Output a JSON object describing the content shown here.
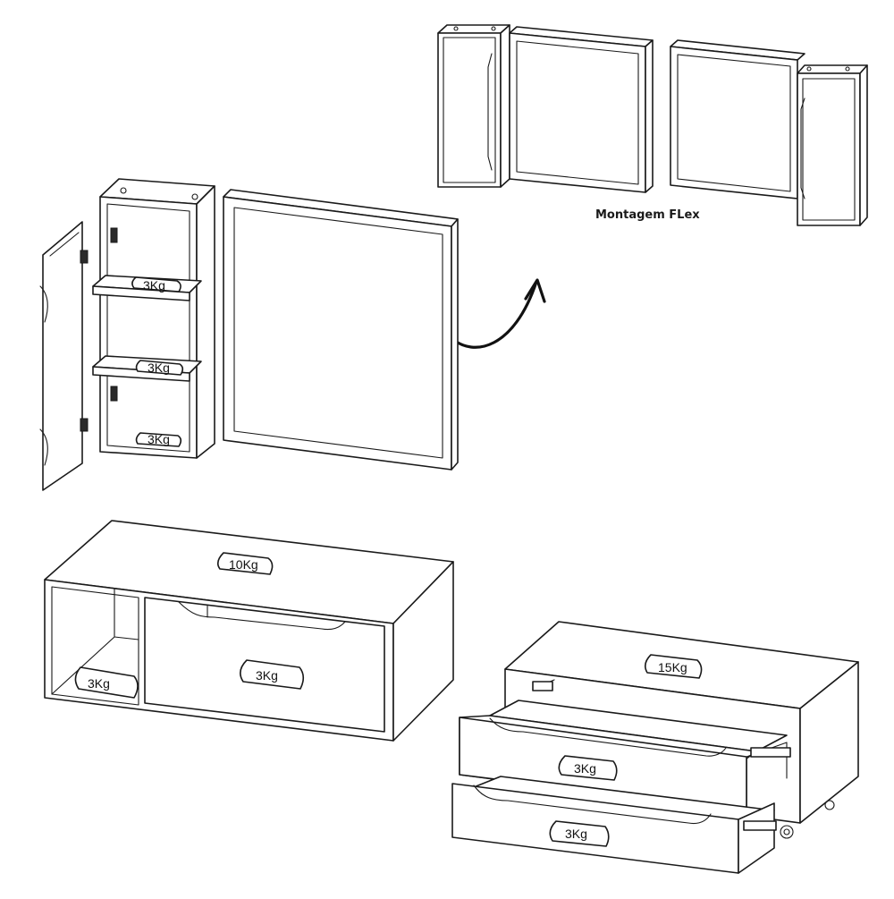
{
  "caption": "Montagem FLex",
  "weight_tags": {
    "shelf_top": "3Kg",
    "shelf_middle": "3Kg",
    "shelf_bottom": "3Kg",
    "rack_top": "10Kg",
    "rack_niche": "3Kg",
    "rack_drawer": "3Kg",
    "dresser_top": "15Kg",
    "dresser_drawer_upper": "3Kg",
    "dresser_drawer_lower": "3Kg"
  },
  "colors": {
    "line": "#1a1a1a",
    "background": "#ffffff"
  }
}
